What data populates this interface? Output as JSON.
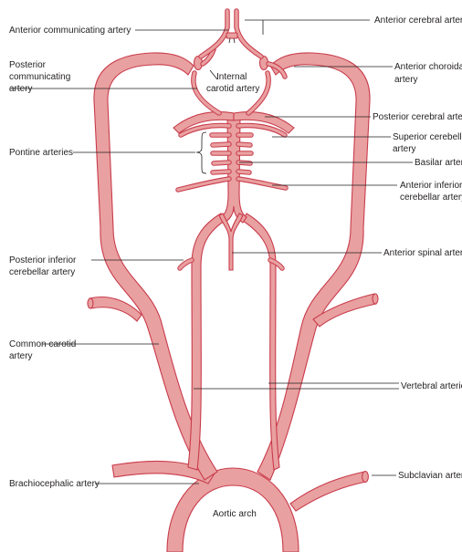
{
  "diagram": {
    "colors": {
      "vessel_fill": "#e9a0a0",
      "vessel_outline": "#c83c4c",
      "leader": "#231f20",
      "text": "#231f20"
    },
    "labels": {
      "anterior_communicating": "Anterior communicating artery",
      "anterior_cerebral": "Anterior cerebral artery",
      "posterior_communicating_1": "Posterior",
      "posterior_communicating_2": "communicating",
      "posterior_communicating_3": "artery",
      "internal_carotid_1": "Internal",
      "internal_carotid_2": "carotid artery",
      "anterior_choroidal_1": "Anterior choroidal",
      "anterior_choroidal_2": "artery",
      "posterior_cerebral": "Posterior cerebral artery",
      "superior_cerebellar_1": "Superior cerebellar",
      "superior_cerebellar_2": "artery",
      "pontine": "Pontine arteries",
      "basilar": "Basilar artery",
      "anterior_inferior_cerebellar_1": "Anterior inferior",
      "anterior_inferior_cerebellar_2": "cerebellar artery",
      "posterior_inferior_cerebellar_1": "Posterior inferior",
      "posterior_inferior_cerebellar_2": "cerebellar artery",
      "anterior_spinal": "Anterior spinal artery",
      "common_carotid_1": "Common carotid",
      "common_carotid_2": "artery",
      "vertebral": "Vertebral arteries",
      "brachiocephalic": "Brachiocephalic artery",
      "subclavian": "Subclavian artery",
      "aortic_arch": "Aortic arch"
    }
  }
}
